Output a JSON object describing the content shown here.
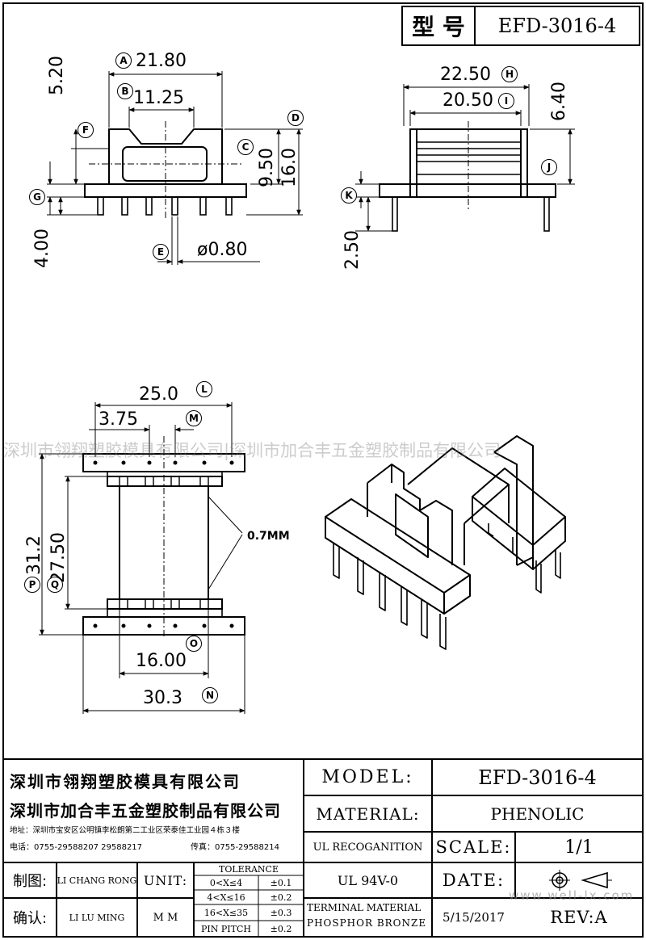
{
  "header": {
    "model_label": "型 号",
    "model_value": "EFD-3016-4"
  },
  "dims": {
    "A": "21.80",
    "B": "11.25",
    "top_h": "5.20",
    "mid_h1": "9.50",
    "mid_h2": "16.0",
    "pin_len": "4.00",
    "pin_d": "ø0.80",
    "H": "22.50",
    "I": "20.50",
    "side_h": "6.40",
    "side_pin": "2.50",
    "L": "25.0",
    "M": "3.75",
    "P": "31.2",
    "Q": "27.50",
    "slot": "0.7MM",
    "O": "16.00",
    "N": "30.3"
  },
  "letters": [
    "A",
    "B",
    "C",
    "D",
    "E",
    "F",
    "G",
    "H",
    "I",
    "J",
    "K",
    "L",
    "M",
    "N",
    "O",
    "P",
    "Q"
  ],
  "watermark": "深圳市翎翔塑胶模具有限公司|深圳市加合丰五金塑胶制品有限公司",
  "title_block": {
    "company1": "深圳市翎翔塑胶模具有限公司",
    "company2": "深圳市加合丰五金塑胶制品有限公司",
    "address": "地址：深圳市宝安区公明镇李松朗第二工业区荣泰佳工业园４栋３楼",
    "phone": "电话：0755-29588207  29588217",
    "fax": "传真：0755-29588214",
    "model_label": "MODEL:",
    "model_value": "EFD-3016-4",
    "material_label": "MATERIAL:",
    "material_value": "PHENOLIC",
    "ul_label": "UL RECOGANITION",
    "ul_value": "UL 94V-0",
    "scale_label": "SCALE:",
    "scale_value": "1/1",
    "date_label": "DATE:",
    "date_value": "5/15/2017",
    "rev": "REV:A",
    "terminal1": "TERMINAL MATERIAL",
    "terminal2": "PHOSPHOR  BRONZE",
    "drawn_label": "制图:",
    "drawn_by": "LI CHANG RONG",
    "check_label": "确认:",
    "checked_by": "LI LU MING",
    "unit_label": "UNIT:",
    "unit_value": "M M",
    "tolerance_title": "TOLERANCE",
    "tolerances": [
      {
        "range": "0<X≤4",
        "value": "±0.1"
      },
      {
        "range": "4<X≤16",
        "value": "±0.2"
      },
      {
        "range": "16<X≤35",
        "value": "±0.3"
      },
      {
        "range": "PIN PITCH",
        "value": "±0.2"
      }
    ],
    "website": "www.well-lx.com"
  }
}
